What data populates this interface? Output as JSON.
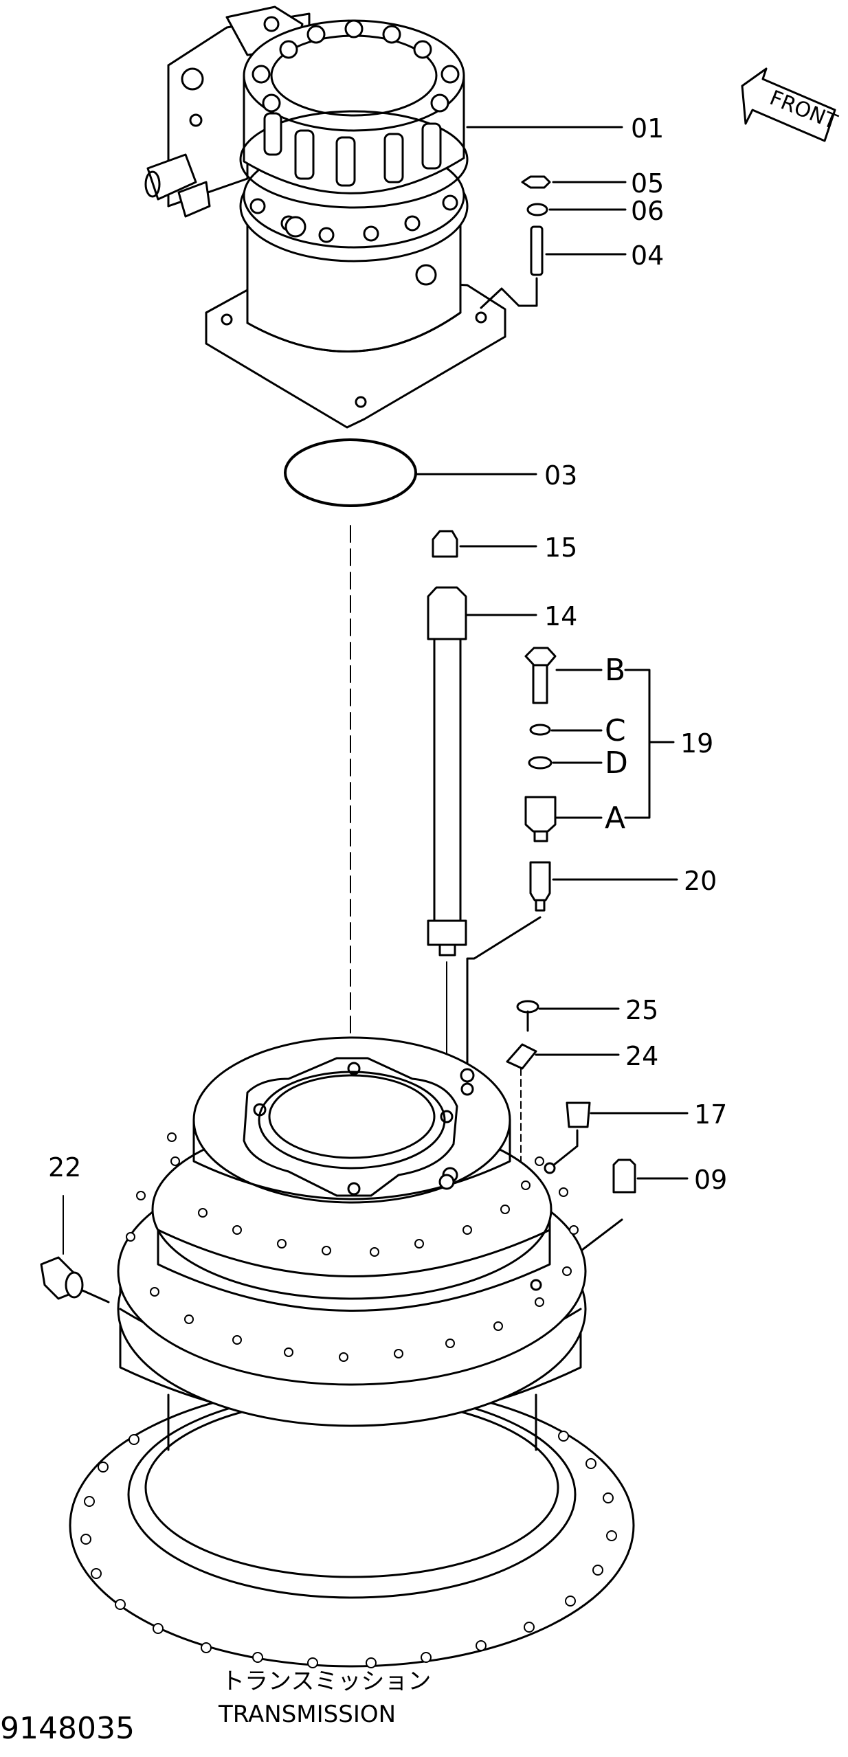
{
  "drawing_number": "9148035",
  "caption": {
    "jp": "トランスミッション",
    "en": "TRANSMISSION"
  },
  "front_label": "FRONT",
  "parts": {
    "p01": "01",
    "p05": "05",
    "p06": "06",
    "p04": "04",
    "p03": "03",
    "p15": "15",
    "p14": "14",
    "p19": "19",
    "pB": "B",
    "pC": "C",
    "pD": "D",
    "pA": "A",
    "p20": "20",
    "p25": "25",
    "p24": "24",
    "p17": "17",
    "p09": "09",
    "p22": "22"
  }
}
